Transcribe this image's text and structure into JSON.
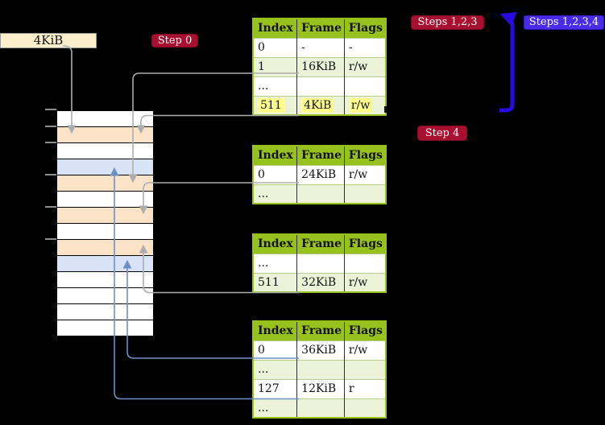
{
  "source_box": {
    "label": "4KiB"
  },
  "badges": {
    "step0": {
      "label": "Step 0"
    },
    "steps123": {
      "label": "Steps 1,2,3"
    },
    "steps1234": {
      "label": "Steps 1,2,3,4"
    },
    "step4": {
      "label": "Step 4"
    }
  },
  "tables": [
    {
      "name": "page-table-1",
      "headers": [
        "Index",
        "Frame",
        "Flags"
      ],
      "rows": [
        {
          "cells": [
            "0",
            "-",
            "-"
          ]
        },
        {
          "cells": [
            "1",
            "16KiB",
            "r/w"
          ]
        },
        {
          "cells": [
            "...",
            "",
            ""
          ]
        },
        {
          "cells": [
            "511",
            "4KiB",
            "r/w"
          ],
          "highlighted": true
        }
      ]
    },
    {
      "name": "page-table-2",
      "headers": [
        "Index",
        "Frame",
        "Flags"
      ],
      "rows": [
        {
          "cells": [
            "0",
            "24KiB",
            "r/w"
          ]
        },
        {
          "cells": [
            "...",
            "",
            ""
          ]
        }
      ]
    },
    {
      "name": "page-table-3",
      "headers": [
        "Index",
        "Frame",
        "Flags"
      ],
      "rows": [
        {
          "cells": [
            "...",
            "",
            ""
          ]
        },
        {
          "cells": [
            "511",
            "32KiB",
            "r/w"
          ]
        }
      ]
    },
    {
      "name": "page-table-4",
      "headers": [
        "Index",
        "Frame",
        "Flags"
      ],
      "rows": [
        {
          "cells": [
            "0",
            "36KiB",
            "r/w"
          ]
        },
        {
          "cells": [
            "...",
            "",
            ""
          ]
        },
        {
          "cells": [
            "127",
            "12KiB",
            "r"
          ]
        },
        {
          "cells": [
            "...",
            "",
            ""
          ]
        }
      ]
    }
  ],
  "memory_column": {
    "row_colors": [
      "white",
      "peach",
      "white",
      "blue",
      "peach",
      "white",
      "peach",
      "white",
      "peach",
      "blue",
      "white",
      "white",
      "white",
      "white"
    ]
  },
  "colors": {
    "table_header_green": "#97c21d",
    "table_row_green": "#ecf2d8",
    "highlight_yellow": "#feff8e",
    "memory_peach": "#fbe3c8",
    "memory_blue": "#d8e4f6",
    "box_wheat": "#faeecb",
    "badge_red": "#a8102f",
    "badge_blue": "#4a2bea",
    "arrow_blue": "#2a0bdf",
    "connector_gray": "#adadad",
    "connector_blue": "#6f8fc4"
  }
}
